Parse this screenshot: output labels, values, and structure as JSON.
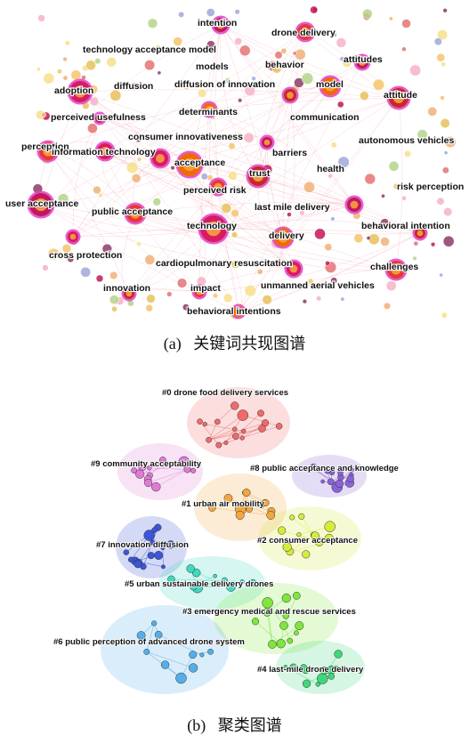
{
  "figure_a": {
    "caption_label": "(a)",
    "caption_text": "关键词共现图谱",
    "keywords": [
      "intention",
      "drone delivery",
      "technology acceptance model",
      "behavior",
      "attitudes",
      "models",
      "adoption",
      "diffusion",
      "diffusion of innovation",
      "model",
      "attitude",
      "perceived usefulness",
      "determinants",
      "communication",
      "consumer innovativeness",
      "autonomous vehicles",
      "perception",
      "barriers",
      "information technology",
      "acceptance",
      "trust",
      "health",
      "user acceptance",
      "perceived risk",
      "risk perception",
      "public acceptance",
      "technology",
      "last mile delivery",
      "delivery",
      "behavioral intention",
      "cross protection",
      "cardiopulmonary resuscitation",
      "challenges",
      "innovation",
      "impact",
      "unmanned aerial vehicles",
      "behavioral intentions"
    ]
  },
  "figure_b": {
    "caption_label": "(b)",
    "caption_text": "聚类图谱",
    "clusters": [
      {
        "label": "#0 drone food delivery services",
        "color": "#f06a6a"
      },
      {
        "label": "#9 community acceptability",
        "color": "#e07ad6"
      },
      {
        "label": "#8 public acceptance and knowledge",
        "color": "#8a63d8"
      },
      {
        "label": "#1 urban air mobility",
        "color": "#f2a640"
      },
      {
        "label": "#7 innovation diffusion",
        "color": "#3d55d8"
      },
      {
        "label": "#2 consumer acceptance",
        "color": "#d8ea3a"
      },
      {
        "label": "#5 urban sustainable delivery drones",
        "color": "#3fd8c0"
      },
      {
        "label": "#3 emergency medical and rescue services",
        "color": "#7ee63c"
      },
      {
        "label": "#6 public perception of advanced drone system",
        "color": "#55aee8"
      },
      {
        "label": "#4 last-mile drone delivery",
        "color": "#3ed87a"
      }
    ]
  }
}
